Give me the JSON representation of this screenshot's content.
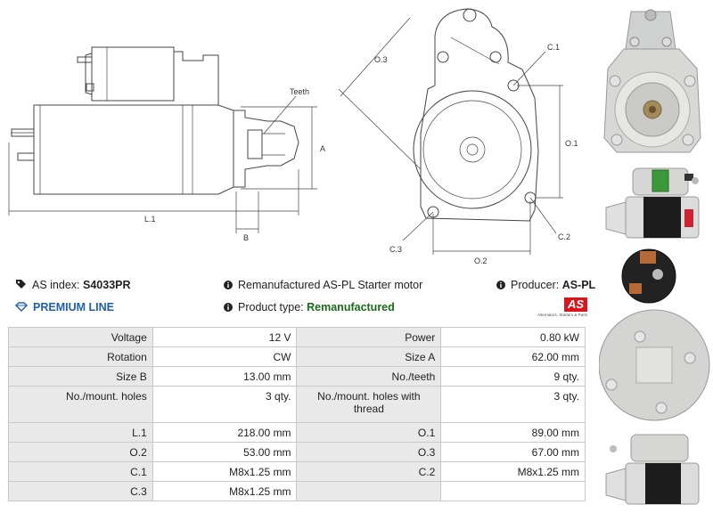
{
  "drawing": {
    "labels": {
      "teeth": "Teeth",
      "a": "A",
      "b": "B",
      "l1": "L.1",
      "o3": "O.3",
      "c1": "C.1",
      "o1": "O.1",
      "c2": "C.2",
      "c3": "C.3",
      "o2": "O.2"
    }
  },
  "info": {
    "as_index_label": "AS index:",
    "as_index_value": "S4033PR",
    "premium_line": "PREMIUM LINE",
    "description": "Remanufactured AS-PL Starter motor",
    "product_type_label": "Product type:",
    "product_type_value": "Remanufactured",
    "producer_label": "Producer:",
    "producer_value": "AS-PL",
    "logo_text": "AS",
    "logo_tagline": "Alternators, Starters & Parts"
  },
  "colors": {
    "premium_blue": "#1f5fb0",
    "product_type_green": "#1a6b1a",
    "logo_red": "#d9161c",
    "label_cell_bg": "#e9e9e9"
  },
  "specs": [
    {
      "l1": "Voltage",
      "v1": "12 V",
      "l2": "Power",
      "v2": "0.80 kW"
    },
    {
      "l1": "Rotation",
      "v1": "CW",
      "l2": "Size A",
      "v2": "62.00 mm"
    },
    {
      "l1": "Size B",
      "v1": "13.00 mm",
      "l2": "No./teeth",
      "v2": "9 qty."
    },
    {
      "l1": "No./mount. holes",
      "v1": "3 qty.",
      "l2": "No./mount. holes with thread",
      "v2": "3 qty."
    },
    {
      "l1": "L.1",
      "v1": "218.00 mm",
      "l2": "O.1",
      "v2": "89.00 mm"
    },
    {
      "l1": "O.2",
      "v1": "53.00 mm",
      "l2": "O.3",
      "v2": "67.00 mm"
    },
    {
      "l1": "C.1",
      "v1": "M8x1.25 mm",
      "l2": "C.2",
      "v2": "M8x1.25 mm"
    },
    {
      "l1": "C.3",
      "v1": "M8x1.25 mm",
      "l2": "",
      "v2": ""
    }
  ]
}
